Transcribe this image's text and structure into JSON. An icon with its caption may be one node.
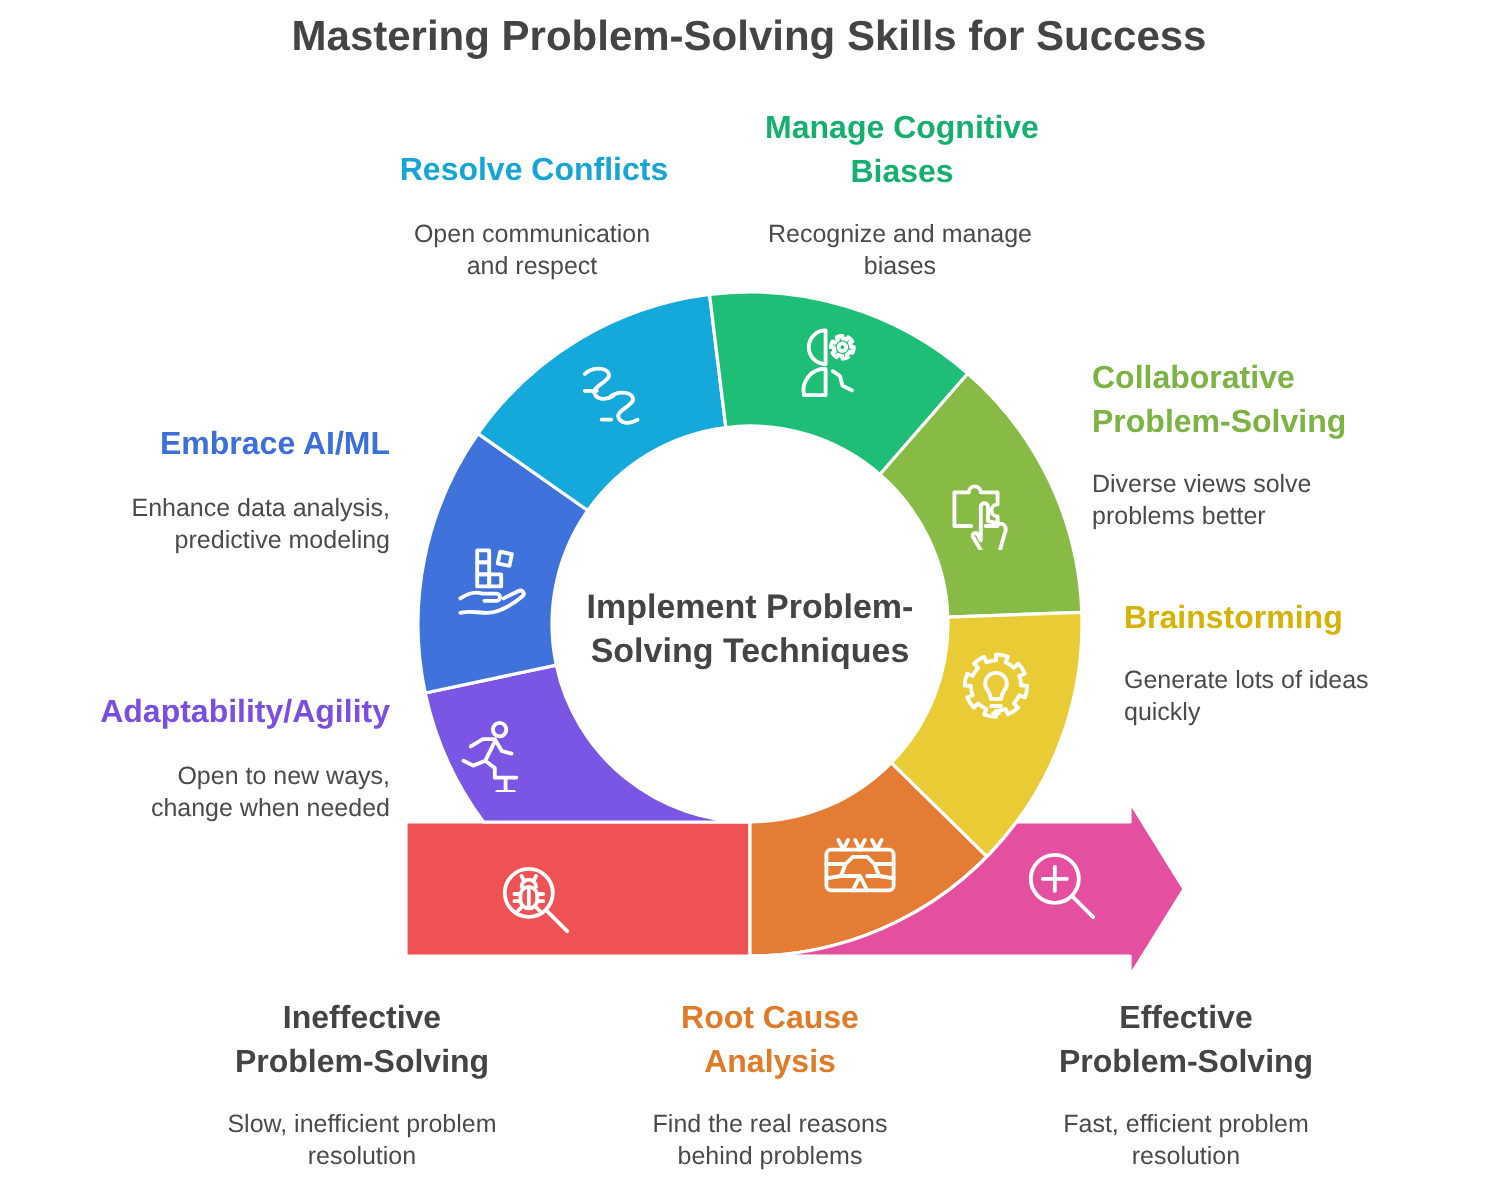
{
  "diagram": {
    "title": "Mastering Problem-Solving Skills for Success",
    "nodes": [
      {
        "text": [
          "Ineffective Problem-Solving",
          "Slow, inefficient problem resolution"
        ]
      },
      {
        "text": [
          "Adaptability/Agility",
          "Open to new ways, change when needed"
        ]
      },
      {
        "text": [
          "Embrace AI/ML",
          "Enhance data analysis, predictive modeling"
        ]
      },
      {
        "text": [
          "Resolve Conflicts",
          "Open communication and respect"
        ]
      },
      {
        "text": [
          "Manage Cognitive Biases",
          "Recognize and manage biases"
        ]
      },
      {
        "text": [
          "Collaborative Problem-Solving",
          "Diverse views solve problems better"
        ]
      },
      {
        "text": [
          "Brainstorming",
          "Generate lots of ideas quickly"
        ]
      },
      {
        "text": [
          "Root Cause Analysis",
          "Find the real reasons behind problems"
        ]
      },
      {
        "text": [
          "Effective Problem-Solving",
          "Fast, efficient problem resolution"
        ]
      },
      {
        "text": [
          "Implement Problem-Solving Techniques"
        ]
      }
    ]
  }
}
